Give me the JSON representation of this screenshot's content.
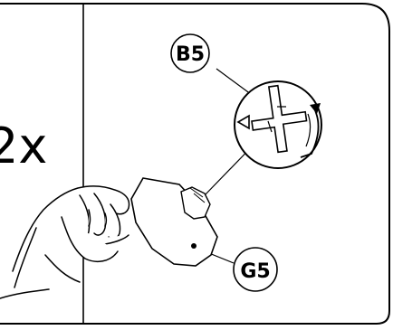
{
  "step": {
    "quantity": "2x"
  },
  "callouts": {
    "top_label": "B5",
    "bottom_label": "G5"
  }
}
